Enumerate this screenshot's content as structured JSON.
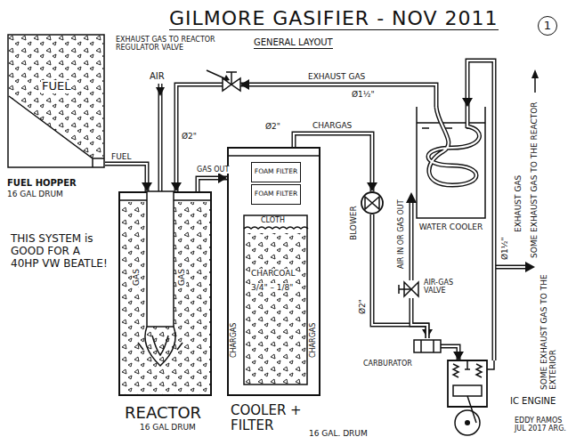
{
  "diagram": {
    "title": "GILMORE GASIFIER - NOV 2011",
    "nodes": [
      {
        "text": [
          "FUEL",
          "FUEL HOPPER",
          "16 GAL DRUM"
        ]
      },
      {
        "text": [
          "REACTOR",
          "16 GAL DRUM"
        ]
      },
      {
        "text": [
          "COOLER + FILTER",
          "16 GAL. DRUM"
        ]
      },
      {
        "text": [
          "FOAM FILTER"
        ],
        "in": 2
      },
      {
        "text": [
          "FOAM FILTER"
        ],
        "in": 2
      },
      {
        "text": [
          "CLOTH",
          "CHARCOAL",
          "3/4\" – 1/8\""
        ],
        "in": 2
      },
      {
        "text": [
          "WATER COOLER"
        ]
      },
      {
        "text": [
          "BLOWER"
        ]
      },
      {
        "text": [
          "AIR-GAS VALVE"
        ]
      },
      {
        "text": [
          "CARBURATOR"
        ]
      },
      {
        "text": [
          "IC ENGINE"
        ]
      },
      {
        "text": [
          "EXHAUST GAS TO REACTOR REGULATOR VALVE"
        ]
      }
    ],
    "edges": [
      {
        "from": 0,
        "to": 1,
        "label": "FUEL",
        "arrow": "to"
      },
      {
        "from": 1,
        "to": 2,
        "label": "GAS OUT",
        "arrow": "to"
      },
      {
        "from": 2,
        "to": 7,
        "label": "CHARGAS",
        "arrow": "to"
      },
      {
        "from": 7,
        "to": 9,
        "label": "Ø2\"",
        "arrow": "to"
      },
      {
        "from": 8,
        "to": 9,
        "arrow": "none"
      },
      {
        "from": 9,
        "to": 10,
        "arrow": "to"
      },
      {
        "from": 10,
        "to": 6,
        "label": "EXHAUST GAS",
        "arrow": "to"
      },
      {
        "from": 6,
        "to": 11,
        "label": "EXHAUST GAS",
        "arrow": "to"
      },
      {
        "from": 11,
        "to": 1,
        "arrow": "to"
      }
    ],
    "labels": [
      "GENERAL LAYOUT",
      "1",
      "AIR",
      "Ø2\"",
      "GAS",
      "GAS",
      "CHARGAS",
      "CHARGAS",
      "Ø2\"",
      "Ø1½\"",
      "AIR IN OR GAS OUT",
      "Ø1½\"",
      "SOME EXHAUST GAS TO THE REACTOR",
      "SOME EXHAUST GAS TO THE EXTERIOR",
      "THIS SYSTEM is GOOD FOR A 40HP VW BEATLE!",
      "EDDY RAMOS JUL 2017 ARG."
    ]
  }
}
